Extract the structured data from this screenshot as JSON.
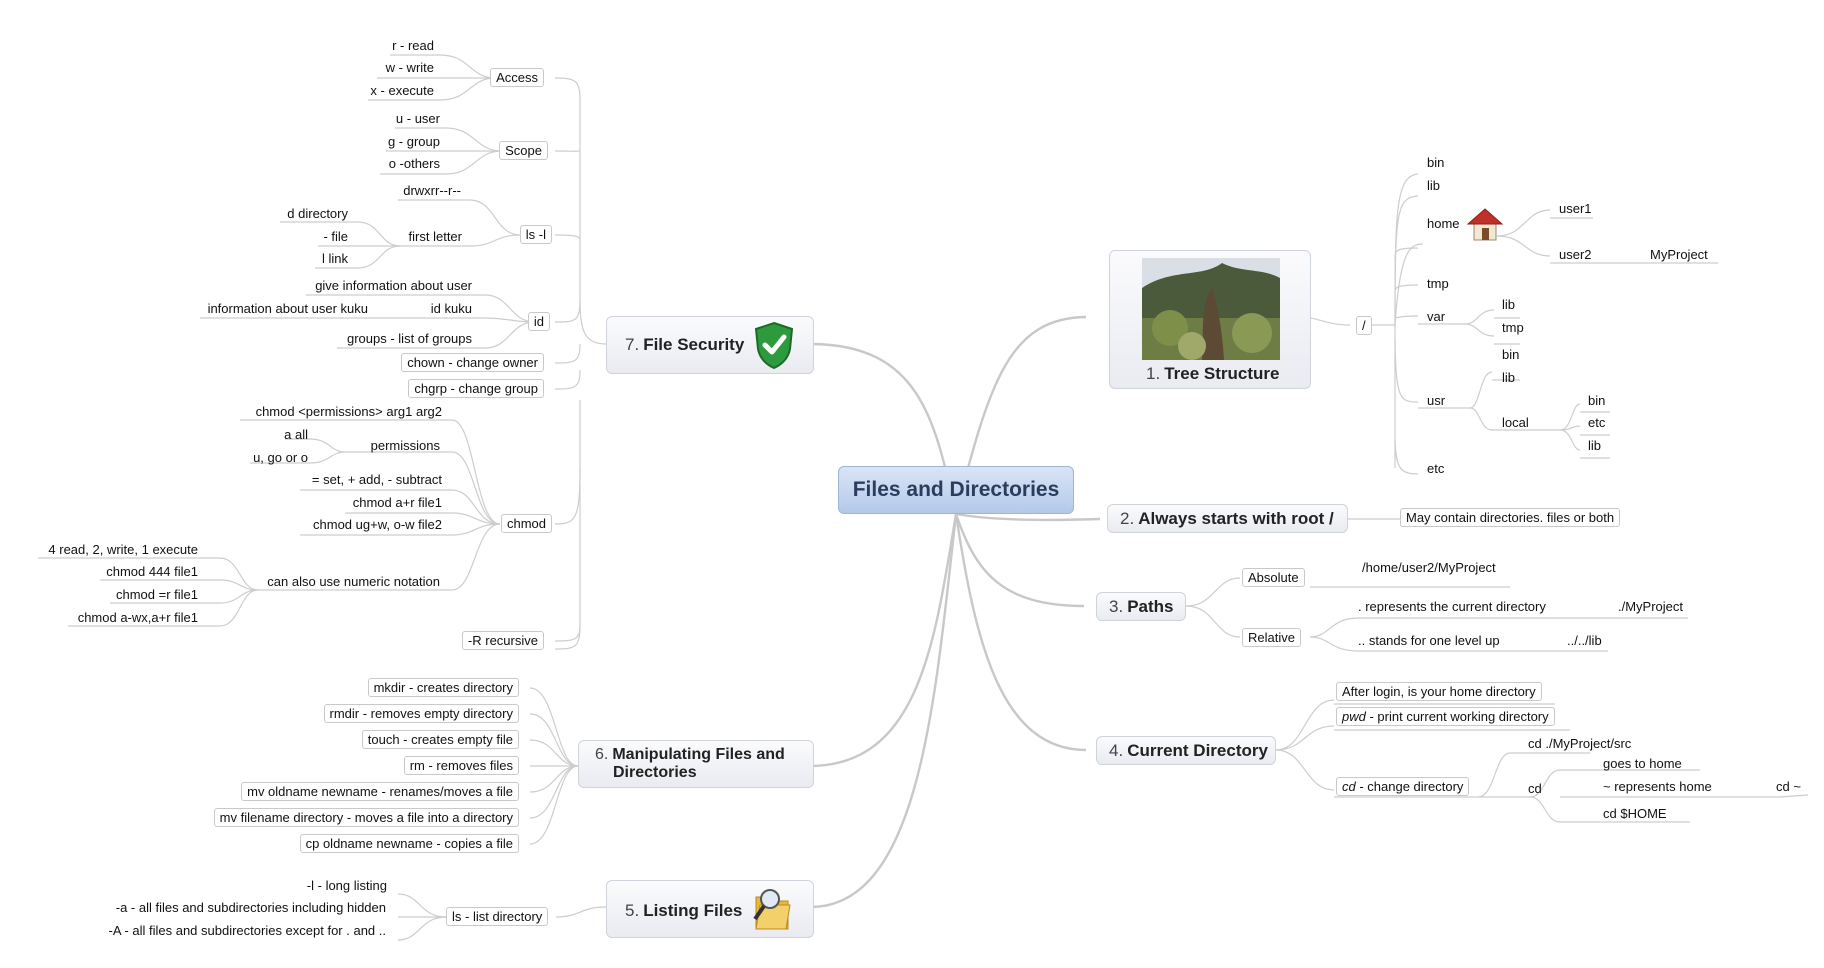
{
  "central": "Files and Directories",
  "topics": {
    "t1": {
      "num": "1.",
      "label": "Tree Structure"
    },
    "t2": {
      "num": "2.",
      "label": "Always starts with root /"
    },
    "t3": {
      "num": "3.",
      "label": "Paths"
    },
    "t4": {
      "num": "4.",
      "label": "Current Directory"
    },
    "t5": {
      "num": "5.",
      "label": "Listing Files"
    },
    "t6": {
      "num": "6.",
      "label": "Manipulating Files and",
      "label2": "Directories"
    },
    "t7": {
      "num": "7.",
      "label": "File Security"
    }
  },
  "tree": {
    "root": "/",
    "bin": "bin",
    "lib": "lib",
    "home": "home",
    "user1": "user1",
    "user2": "user2",
    "myproject": "MyProject",
    "tmp": "tmp",
    "var": "var",
    "var_lib": "lib",
    "var_tmp": "tmp",
    "usr": "usr",
    "usr_bin": "bin",
    "usr_lib": "lib",
    "local": "local",
    "local_bin": "bin",
    "local_etc": "etc",
    "local_lib": "lib",
    "etc": "etc"
  },
  "root_note": "May contain directories. files or both",
  "paths": {
    "absolute": "Absolute",
    "abs_example": "/home/user2/MyProject",
    "relative": "Relative",
    "dot": ". represents the current directory",
    "dot_ex": "./MyProject",
    "dotdot": ".. stands for one level up",
    "dotdot_ex": "../../lib"
  },
  "current": {
    "login": "After login, is your home directory",
    "pwd_cmd": "pwd",
    "pwd_rest": " - print current working directory",
    "cd_cmd": "cd",
    "cd_rest": " - change directory",
    "cd_path": "cd ./MyProject/src",
    "cd": "cd",
    "goes_home": "goes to home",
    "tilde": "~ represents home",
    "cd_tilde": "cd ~",
    "cd_home": "cd $HOME"
  },
  "listing": {
    "ls": "ls - list directory",
    "l": "-l - long listing",
    "a": "-a - all files and subdirectories including  hidden",
    "A": "-A - all files and subdirectories except for . and .."
  },
  "manip": [
    "mkdir - creates directory",
    "rmdir - removes empty directory",
    "touch - creates empty file",
    "rm - removes files",
    "mv oldname newname - renames/moves a file",
    "mv filename directory - moves a file into a directory",
    "cp oldname newname - copies a file"
  ],
  "security": {
    "access": "Access",
    "r": "r - read",
    "w": "w - write",
    "x": "x - execute",
    "scope": "Scope",
    "u": "u - user",
    "g": "g - group",
    "o": "o -others",
    "lsl": "ls -l",
    "drwx": "drwxrr--r--",
    "first_letter": "first letter",
    "d": "d directory",
    "dash": "- file",
    "link": "l link",
    "id": "id",
    "id_info": "give information about user",
    "id_kuku": "id kuku",
    "kuku_info": "information about user kuku",
    "groups": "groups - list of groups",
    "chown": "chown - change owner",
    "chgrp": "chgrp - change group",
    "chmod": "chmod",
    "chmod_syntax": "chmod <permissions>  arg1 arg2",
    "permissions": "permissions",
    "a_all": "a all",
    "ugo": "u, go or o",
    "set_add": "= set, + add, - subtract",
    "chmod_ar": "chmod a+r file1",
    "chmod_ugw": "chmod ug+w, o-w file2",
    "numeric": "can also use numeric notation",
    "n_rwx": "4 read, 2, write, 1 execute",
    "n_444": "chmod 444 file1",
    "n_eqr": "chmod =r file1",
    "n_awx": "chmod a-wx,a+r file1",
    "recursive": "-R recursive"
  },
  "colors": {
    "line": "#c4c4c4",
    "central_top": "#d9e5f6",
    "central_bottom": "#b3c9ea",
    "shield": "#2e9a3e",
    "house_roof": "#c0302a"
  },
  "icons": [
    "tree-photo",
    "house-icon",
    "shield-check-icon",
    "folder-magnifier-icon"
  ]
}
